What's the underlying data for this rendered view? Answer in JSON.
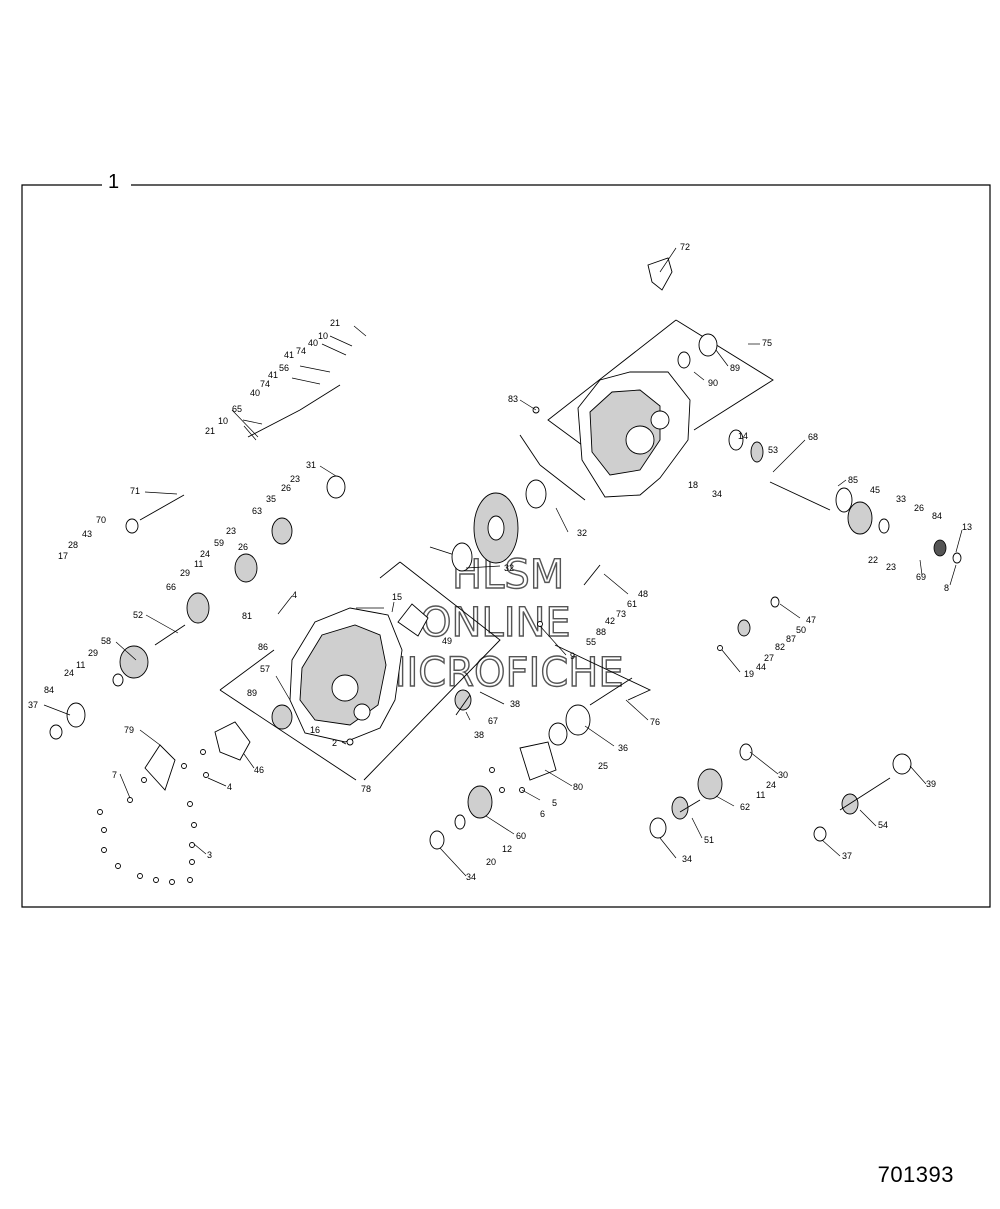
{
  "frame_label": "1",
  "drawing_number": "701393",
  "watermark": [
    "HLSM",
    "ONLINE",
    "MICROFICHE"
  ],
  "callouts": [
    "21",
    "10",
    "40",
    "74",
    "41",
    "56",
    "41",
    "74",
    "40",
    "65",
    "10",
    "21",
    "72",
    "75",
    "89",
    "90",
    "83",
    "14",
    "18",
    "34",
    "53",
    "68",
    "85",
    "45",
    "33",
    "26",
    "84",
    "13",
    "22",
    "23",
    "69",
    "8",
    "71",
    "70",
    "43",
    "28",
    "17",
    "31",
    "23",
    "26",
    "35",
    "63",
    "23",
    "26",
    "59",
    "24",
    "11",
    "29",
    "66",
    "52",
    "58",
    "29",
    "11",
    "24",
    "84",
    "37",
    "4",
    "81",
    "86",
    "15",
    "49",
    "57",
    "89",
    "16",
    "2",
    "78",
    "32",
    "32",
    "48",
    "61",
    "73",
    "42",
    "88",
    "55",
    "9",
    "47",
    "50",
    "87",
    "82",
    "27",
    "44",
    "19",
    "38",
    "67",
    "38",
    "76",
    "36",
    "25",
    "79",
    "7",
    "4",
    "46",
    "3",
    "80",
    "5",
    "6",
    "60",
    "12",
    "20",
    "34",
    "30",
    "24",
    "11",
    "62",
    "51",
    "34",
    "39",
    "54",
    "37"
  ]
}
